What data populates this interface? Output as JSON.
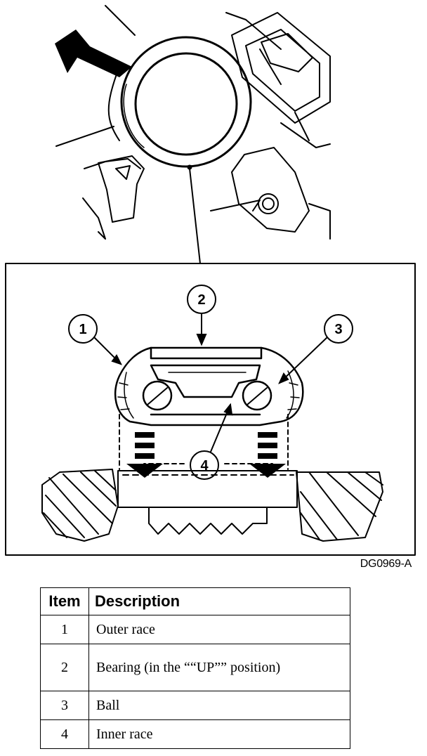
{
  "figure": {
    "callouts": [
      "1",
      "2",
      "3",
      "4"
    ],
    "figure_id": "DG0969-A"
  },
  "legend": {
    "headers": {
      "item": "Item",
      "description": "Description"
    },
    "rows": [
      {
        "item": "1",
        "description": "Outer race"
      },
      {
        "item": "2",
        "description": "Bearing (in the ““UP”” position)"
      },
      {
        "item": "3",
        "description": "Ball"
      },
      {
        "item": "4",
        "description": "Inner race"
      }
    ]
  }
}
